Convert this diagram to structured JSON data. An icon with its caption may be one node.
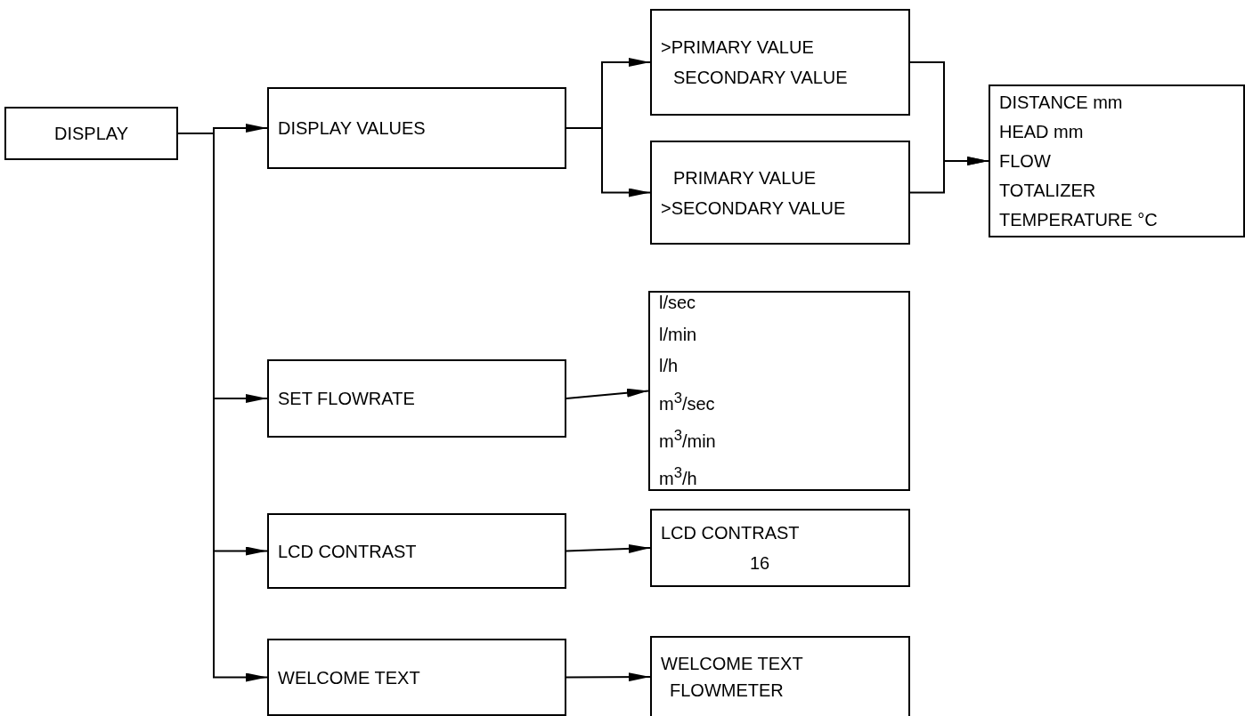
{
  "diagram": {
    "nodes": [
      {
        "text": [
          "DISPLAY"
        ]
      },
      {
        "text": [
          "DISPLAY VALUES"
        ]
      },
      {
        "text": [
          ">PRIMARY VALUE",
          "SECONDARY VALUE"
        ]
      },
      {
        "text": [
          "PRIMARY VALUE",
          ">SECONDARY VALUE"
        ]
      },
      {
        "text": [
          "DISTANCE mm",
          "HEAD mm",
          "FLOW",
          "TOTALIZER",
          "TEMPERATURE °C"
        ]
      },
      {
        "text": [
          "SET FLOWRATE"
        ]
      },
      {
        "text": [
          "l/sec",
          "l/min",
          "l/h",
          "m$^{3}$/sec",
          "m$^{3}$/min",
          "m$^{3}$/h"
        ]
      },
      {
        "text": [
          "LCD CONTRAST"
        ]
      },
      {
        "text": [
          "LCD CONTRAST",
          "16"
        ]
      },
      {
        "text": [
          "WELCOME TEXT"
        ]
      },
      {
        "text": [
          "WELCOME TEXT",
          "FLOWMETER"
        ]
      }
    ],
    "edges": [
      {
        "from": 0,
        "to": 1,
        "arrow": "to"
      },
      {
        "from": 0,
        "to": 5,
        "arrow": "to"
      },
      {
        "from": 0,
        "to": 7,
        "arrow": "to"
      },
      {
        "from": 0,
        "to": 9,
        "arrow": "to"
      },
      {
        "from": 1,
        "to": 2,
        "arrow": "to"
      },
      {
        "from": 1,
        "to": 3,
        "arrow": "to"
      },
      {
        "from": 2,
        "to": 4,
        "arrow": "to"
      },
      {
        "from": 3,
        "to": 4,
        "arrow": "to"
      },
      {
        "from": 5,
        "to": 6,
        "arrow": "to"
      },
      {
        "from": 7,
        "to": 8,
        "arrow": "to"
      },
      {
        "from": 9,
        "to": 10,
        "arrow": "to"
      }
    ]
  }
}
